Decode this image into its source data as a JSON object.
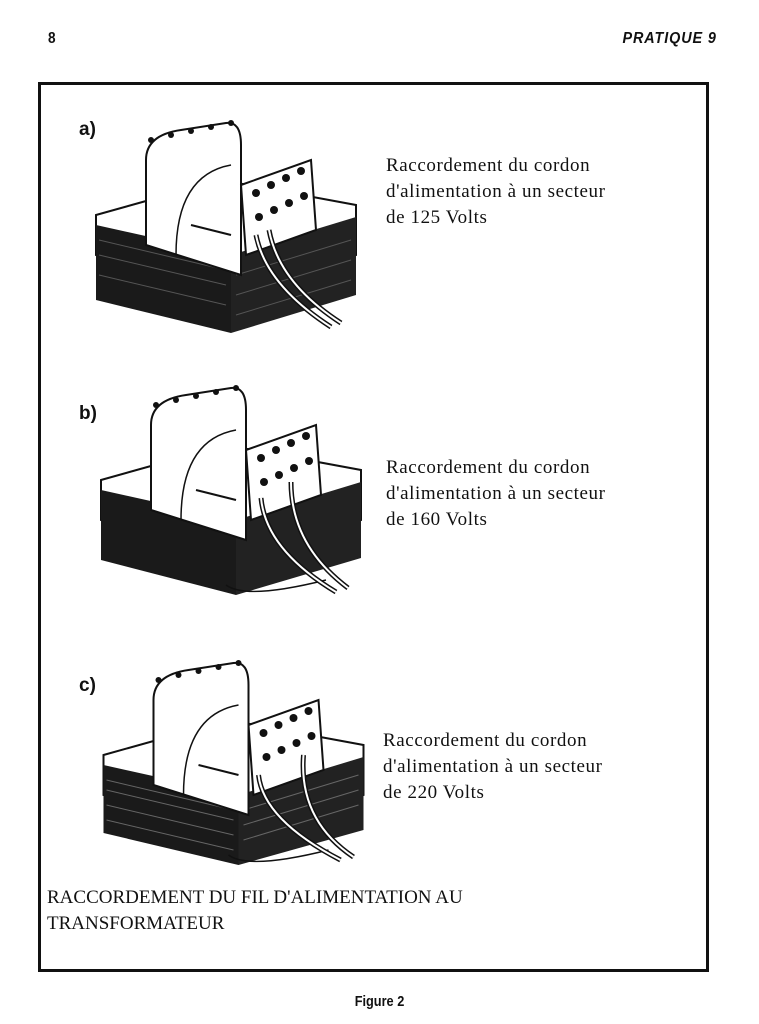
{
  "header": {
    "page_number": "8",
    "running_head": "PRATIQUE 9"
  },
  "panels": [
    {
      "label": "a)",
      "icon": "transformer-illustration",
      "caption_lines": [
        "Raccordement du cordon",
        "d'alimentation à un secteur",
        "de 125 Volts"
      ],
      "voltage": "125 Volts"
    },
    {
      "label": "b)",
      "icon": "transformer-illustration",
      "caption_lines": [
        "Raccordement du cordon",
        "d'alimentation à un secteur",
        "de 160 Volts"
      ],
      "voltage": "160 Volts"
    },
    {
      "label": "c)",
      "icon": "transformer-illustration",
      "caption_lines": [
        "Raccordement du cordon",
        "d'alimentation à un secteur",
        "de 220 Volts"
      ],
      "voltage": "220 Volts"
    }
  ],
  "figure_title_lines": [
    "RACCORDEMENT DU FIL D'ALIMENTATION AU",
    "TRANSFORMATEUR"
  ],
  "figure_label": "Figure 2"
}
